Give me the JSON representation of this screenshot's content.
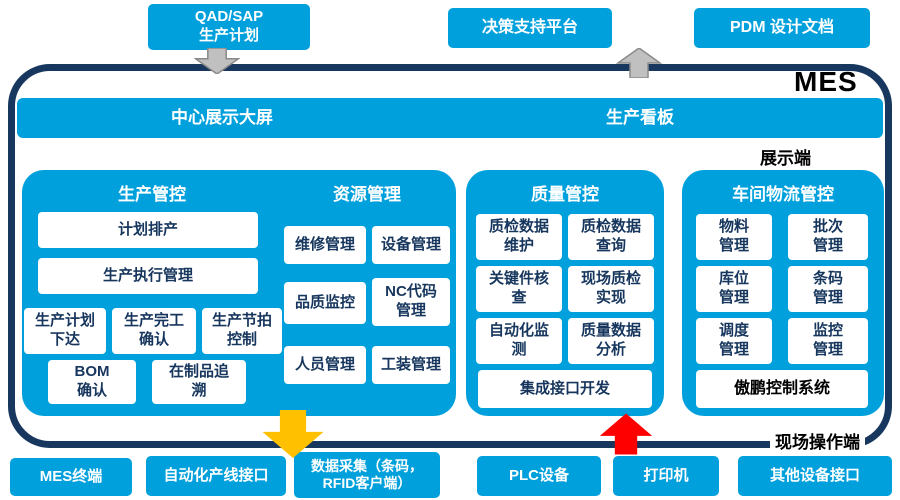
{
  "colors": {
    "brand_blue": "#00a0dc",
    "frame_navy": "#17375e",
    "box_text_navy": "#17365d",
    "arrow_gray": "#c0c0c0",
    "arrow_yellow": "#ffc000",
    "arrow_red": "#ff0000"
  },
  "external_top": [
    "QAD/SAP\n生产计划",
    "决策支持平台",
    "PDM 设计文档"
  ],
  "mes_label": "MES",
  "display_bar": {
    "left_label": "中心展示大屏",
    "right_label": "生产看板"
  },
  "zone_labels": {
    "display": "展示端",
    "field": "现场操作端"
  },
  "production": {
    "title": "生产管控",
    "items": [
      "计划排产",
      "生产执行管理",
      "生产计划\n下达",
      "生产完工\n确认",
      "生产节拍\n控制",
      "BOM\n确认",
      "在制品追\n溯"
    ]
  },
  "resource": {
    "title": "资源管理",
    "items": [
      "维修管理",
      "设备管理",
      "品质监控",
      "NC代码\n管理",
      "人员管理",
      "工装管理"
    ]
  },
  "quality": {
    "title": "质量管控",
    "items": [
      "质检数据\n维护",
      "质检数据\n查询",
      "关键件核\n查",
      "现场质检\n实现",
      "自动化监\n测",
      "质量数据\n分析"
    ],
    "wide": "集成接口开发"
  },
  "logistics": {
    "title": "车间物流管控",
    "items": [
      "物料\n管理",
      "批次\n管理",
      "库位\n管理",
      "条码\n管理",
      "调度\n管理",
      "监控\n管理"
    ],
    "wide": "傲鹏控制系统"
  },
  "bottom_devices": [
    "MES终端",
    "自动化产线接口",
    "数据采集（条码，\nRFID客户端）",
    "PLC设备",
    "打印机",
    "其他设备接口"
  ]
}
